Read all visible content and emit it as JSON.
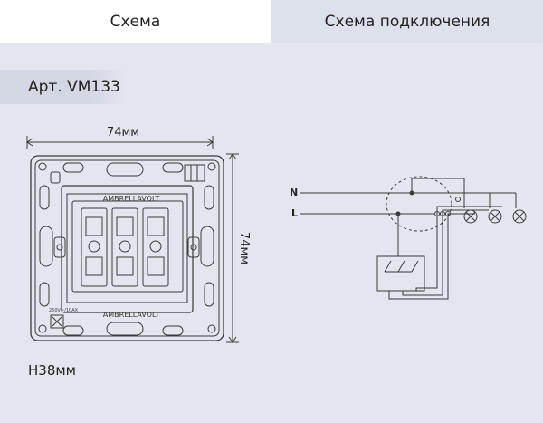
{
  "tabs": [
    {
      "label": "Схема"
    },
    {
      "label": "Схема подключения"
    }
  ],
  "article": "Арт. VM133",
  "dimensions": {
    "width": "74мм",
    "height": "74мм",
    "depth": "H38мм"
  },
  "device": {
    "brand_top": "AMBRELLAVOLT",
    "brand_bottom": "AMBRELLAVOLT",
    "rating": "250V~/10AX"
  },
  "wiring": {
    "neutral_label": "N",
    "line_label": "L"
  },
  "colors": {
    "tab_active_bg": "#dde1ec",
    "panel_bg": "#e3e6ef",
    "line": "#3a3a3a"
  }
}
